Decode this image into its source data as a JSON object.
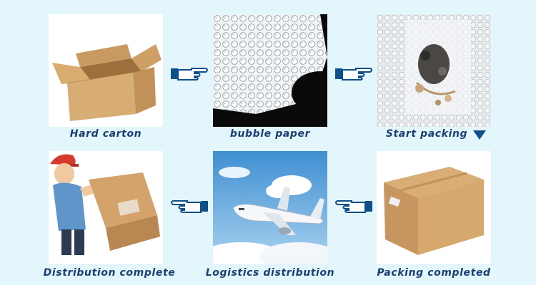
{
  "steps": [
    {
      "label": "Hard carton",
      "icon": "open-carton-image"
    },
    {
      "label": "bubble paper",
      "icon": "bubble-wrap-image"
    },
    {
      "label": "Start packing",
      "icon": "jewelry-in-bubble-bag-image"
    },
    {
      "label": "Packing completed",
      "icon": "sealed-carton-image"
    },
    {
      "label": "Logistics distribution",
      "icon": "airplane-image"
    },
    {
      "label": "Distribution complete",
      "icon": "delivery-man-image"
    }
  ],
  "colors": {
    "background": "#e3f6fb",
    "caption": "#1b3f74",
    "arrow": "#0f4f8a"
  }
}
